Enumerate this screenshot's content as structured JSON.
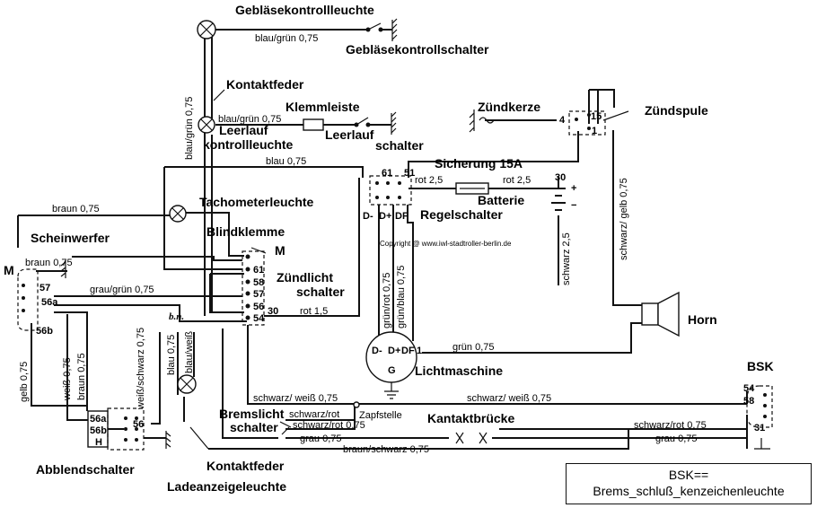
{
  "components": {
    "geblaesekontrollleuchte": "Gebläsekontrollleuchte",
    "geblaesekontrollschalter": "Gebläsekontrollschalter",
    "kontaktfeder_top": "Kontaktfeder",
    "klemmleiste": "Klemmleiste",
    "leerlauf_kontrollleuchte_1": "Leerlauf",
    "leerlauf_kontrollleuchte_2": "kontrollleuchte",
    "leerlauf_schalter_1": "Leerlauf",
    "leerlauf_schalter_2": "schalter",
    "zuendkerze": "Zündkerze",
    "zuendspule": "Zündspule",
    "sicherung": "Sicherung 15A",
    "batterie": "Batterie",
    "regelschalter": "Regelschalter",
    "tachometerleuchte": "Tachometerleuchte",
    "scheinwerfer": "Scheinwerfer",
    "blindklemme": "Blindklemme",
    "zuendlichtschalter_1": "Zündlicht",
    "zuendlichtschalter_2": "schalter",
    "horn": "Horn",
    "lichtmaschine": "Lichtmaschine",
    "bsk": "BSK",
    "bremslichtschalter_1": "Bremslicht",
    "bremslichtschalter_2": "schalter",
    "zapfstelle": "Zapfstelle",
    "kontaktbruecke": "Kantaktbrücke",
    "abblendschalter": "Abblendschalter",
    "kontaktfeder_bottom": "Kontaktfeder",
    "ladeanzeigeleuchte": "Ladeanzeigeleuchte",
    "bn": "b.n."
  },
  "wires": {
    "blau_gruen_top": "blau/grün 0,75",
    "blau_gruen_leer": "blau/grün 0,75",
    "blau_075_vert": "blau/grün 0,75",
    "blau_075_horiz": "blau 0,75",
    "braun_075_top": "braun 0,75",
    "braun_075_sw": "braun 0,75",
    "grau_gruen": "grau/grün 0,75",
    "rot_25_a": "rot 2,5",
    "rot_25_b": "rot 2,5",
    "rot_15": "rot 1,5",
    "schwarz_25": "schwarz 2,5",
    "schwarz_gelb": "schwarz/ gelb 0,75",
    "gruen_rot": "grün/rot 0,75",
    "gruen_blau": "grün/blau 0,75",
    "gruen_075": "grün 0,75",
    "schwarz_weiss_1": "schwarz/ weiß 0,75",
    "schwarz_weiss_2": "schwarz/ weiß 0,75",
    "schwarz_rot_1": "schwarz/rot",
    "schwarz_rot_2": "schwarz/rot 0,75",
    "schwarz_rot_3": "schwarz/rot 0,75",
    "grau_1": "grau 0,75",
    "grau_2": "grau 0,75",
    "braun_schwarz": "braun/schwarz 0,75",
    "gelb_075": "gelb 0,75",
    "weiss_075": "weiß 0,75",
    "braun_075_v": "braun 0,75",
    "weiss_schwarz": "weiß/schwarz 0,75",
    "blau_075_v2": "blau 0,75",
    "blau_weiss": "blau/weiß"
  },
  "terminals": {
    "t61": "61",
    "t51": "51",
    "t30": "30",
    "t30b": "30",
    "d_minus": "D-",
    "d_plus": "D+",
    "df": "DF",
    "lm_d_minus": "D-",
    "lm_d_plus": "D+",
    "lm_df": "DF",
    "lm_1": "1",
    "lm_g": "G",
    "z4": "4",
    "z15": "15",
    "z1": "1",
    "m_top": "M",
    "bk_m": "M",
    "bk_61": "61",
    "bk_58": "58",
    "bk_57": "57",
    "bk_56": "56",
    "bk_54": "54",
    "sw_57": "57",
    "sw_56a": "56a",
    "sw_56b": "56b",
    "ab_56a": "56a",
    "ab_56b": "56b",
    "ab_h": "H",
    "ab_56": "56",
    "bsk_54": "54",
    "bsk_58": "58",
    "bsk_31": "31",
    "plus": "+",
    "minus": "−"
  },
  "copyright": "Copyright @ www.iwl-stadtroller-berlin.de",
  "footer_line1": "BSK==",
  "footer_line2": "Brems_schluß_kenzeichenleuchte"
}
